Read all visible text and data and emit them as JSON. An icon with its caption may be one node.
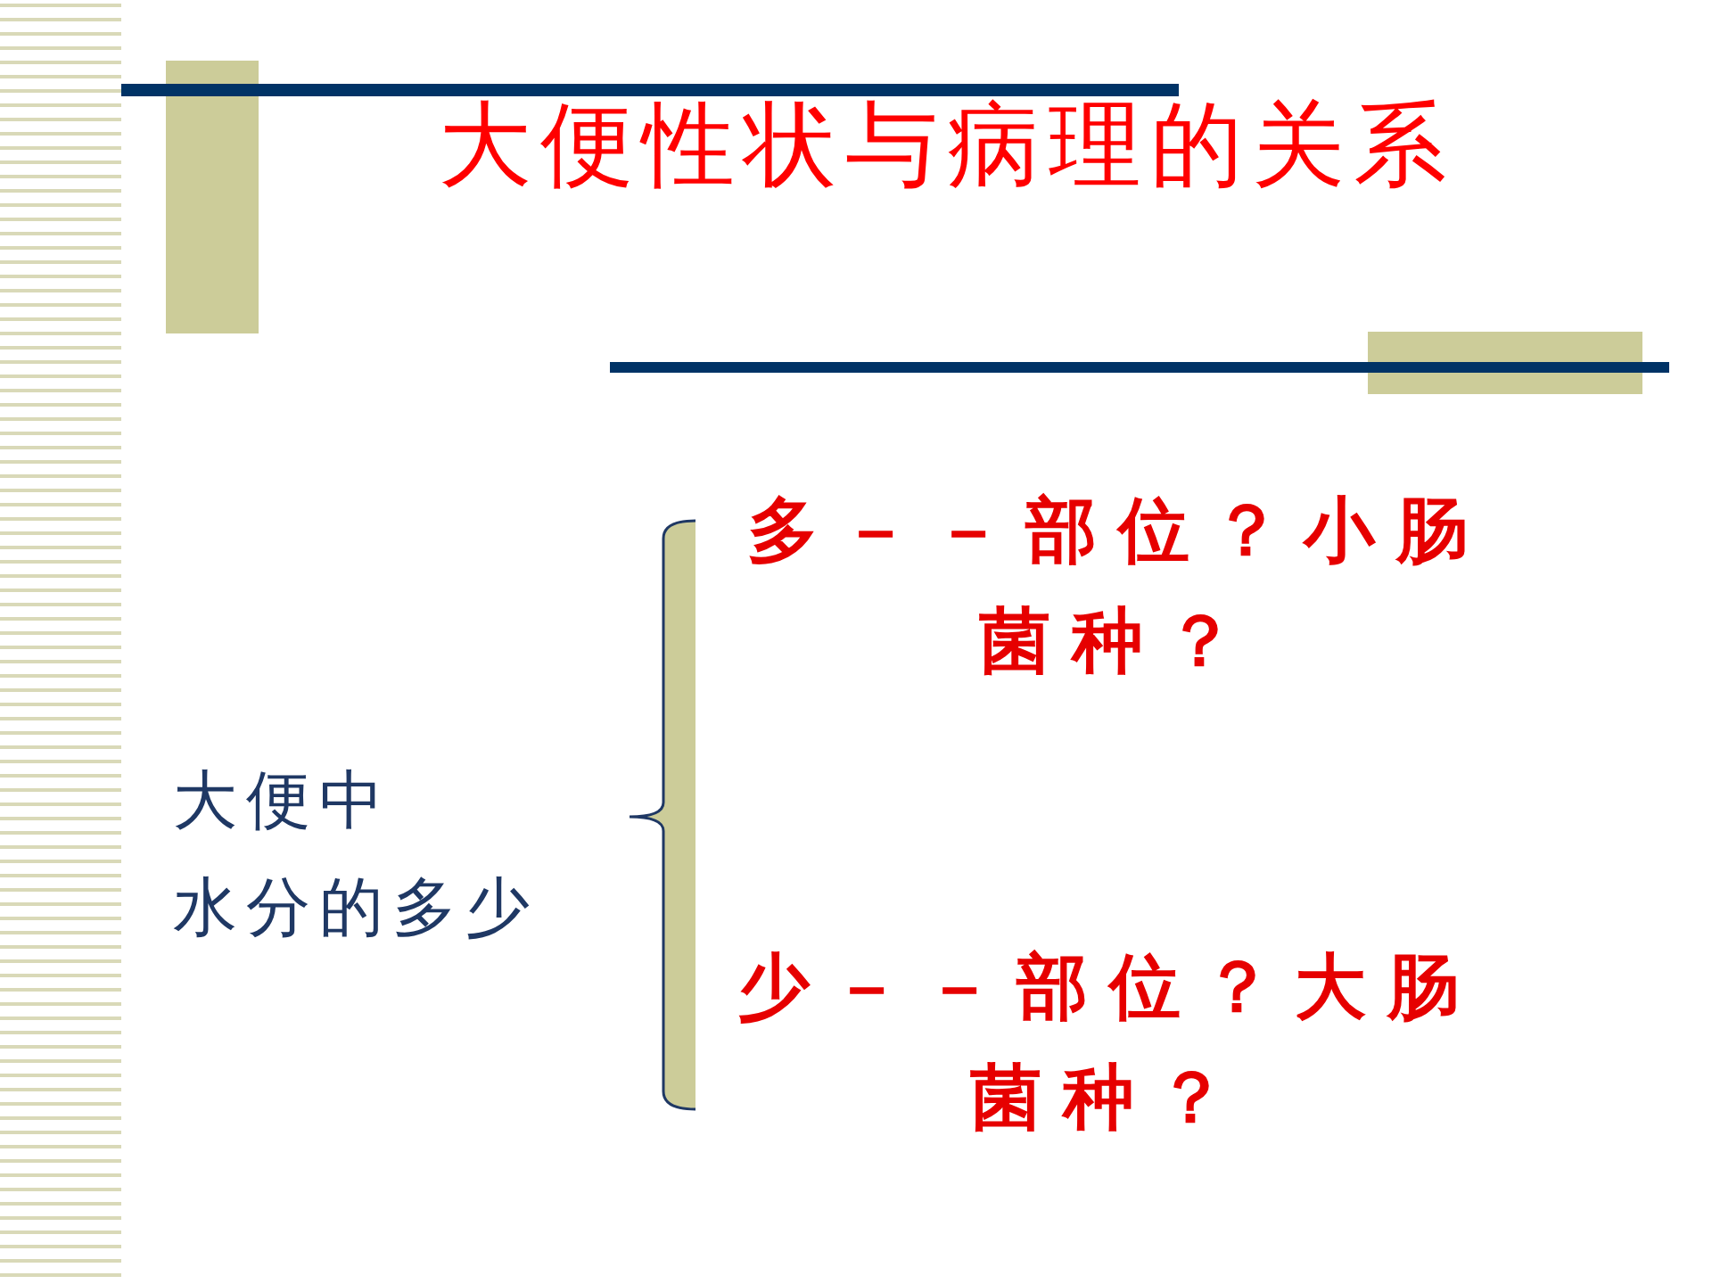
{
  "diagram": {
    "title": "大便性状与病理的关系",
    "labels": [
      "大便中水分的多少",
      "多－－部位？小肠菌种？",
      "少－－部位？大肠菌种？"
    ]
  }
}
